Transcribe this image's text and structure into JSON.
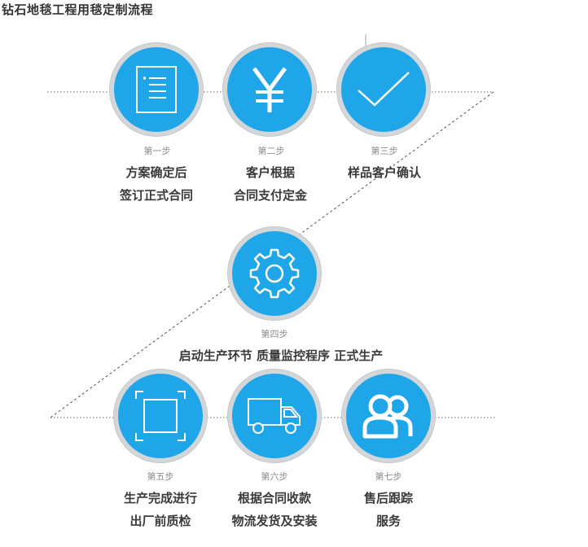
{
  "title": "钻石地毯工程用毯定制流程",
  "steps": [
    {
      "no": "第一步",
      "line1": "方案确定后",
      "line2": "签订正式合同",
      "icon": "document-icon"
    },
    {
      "no": "第二步",
      "line1": "客户根据",
      "line2": "合同支付定金",
      "icon": "yen-icon"
    },
    {
      "no": "第三步",
      "line1": "样品客户确认",
      "line2": "",
      "icon": "checkmark-icon"
    },
    {
      "no": "第四步",
      "line1": "启动生产环节  质量监控程序  正式生产",
      "icon": "gear-icon"
    },
    {
      "no": "第五步",
      "line1": "生产完成进行",
      "line2": "出厂前质检",
      "icon": "inspection-frame-icon"
    },
    {
      "no": "第六步",
      "line1": "根据合同收款",
      "line2": "物流发货及安装",
      "icon": "delivery-truck-icon"
    },
    {
      "no": "第七步",
      "line1": "售后跟踪",
      "line2": "服务",
      "icon": "users-icon"
    }
  ],
  "colors": {
    "circle": "#1ea6e8",
    "ring": "#d4d7d9",
    "text": "#3a3a3a",
    "step_number": "#8a8a8a"
  }
}
